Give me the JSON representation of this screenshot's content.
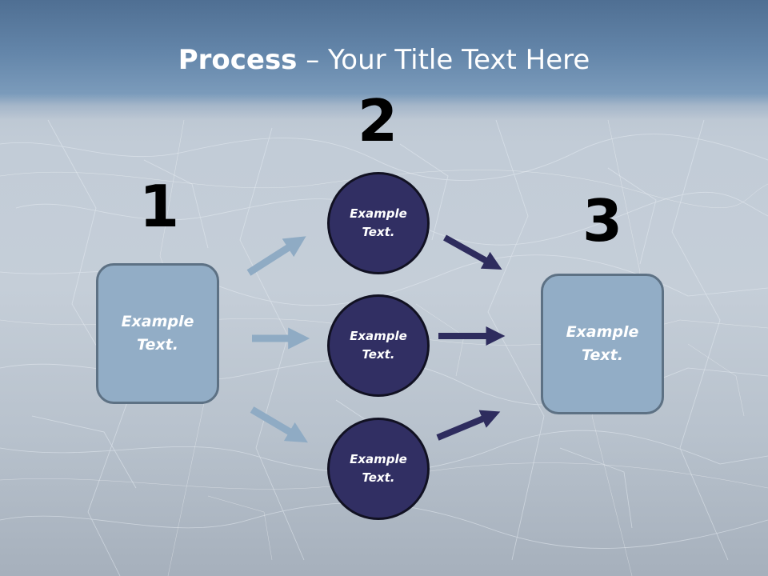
{
  "title": {
    "bold": "Process",
    "rest": " – Your Title Text Here"
  },
  "steps": {
    "one": "1",
    "two": "2",
    "three": "3"
  },
  "left_box": {
    "text": "Example Text."
  },
  "circles": [
    {
      "text": "Example Text."
    },
    {
      "text": "Example Text."
    },
    {
      "text": "Example Text."
    }
  ],
  "right_box": {
    "text": "Example Text."
  },
  "colors": {
    "header": "#6486aa",
    "box_fill": "#92adc6",
    "circle_fill": "#312f63",
    "arrow_light": "#8fabc4",
    "arrow_dark": "#2e2c5e"
  }
}
